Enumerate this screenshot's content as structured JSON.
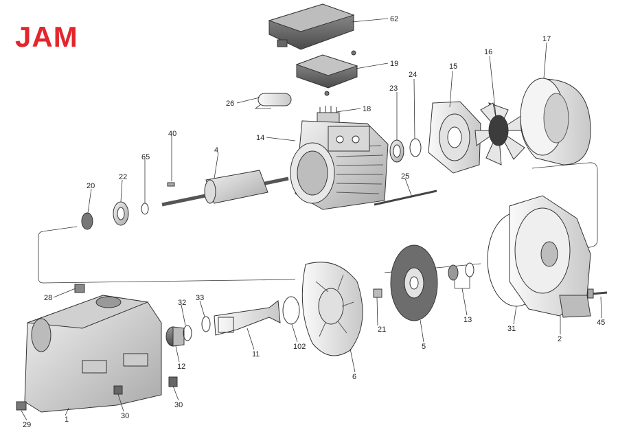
{
  "brand": {
    "name": "JAM",
    "color": "#e3262d"
  },
  "parts": [
    {
      "id": "62"
    },
    {
      "id": "19"
    },
    {
      "id": "26"
    },
    {
      "id": "18"
    },
    {
      "id": "14"
    },
    {
      "id": "40"
    },
    {
      "id": "4"
    },
    {
      "id": "65"
    },
    {
      "id": "22"
    },
    {
      "id": "20"
    },
    {
      "id": "23"
    },
    {
      "id": "24"
    },
    {
      "id": "15"
    },
    {
      "id": "16"
    },
    {
      "id": "17"
    },
    {
      "id": "25"
    },
    {
      "id": "28"
    },
    {
      "id": "32"
    },
    {
      "id": "33"
    },
    {
      "id": "12"
    },
    {
      "id": "11"
    },
    {
      "id": "102"
    },
    {
      "id": "6"
    },
    {
      "id": "21"
    },
    {
      "id": "5"
    },
    {
      "id": "13"
    },
    {
      "id": "31"
    },
    {
      "id": "2"
    },
    {
      "id": "45"
    },
    {
      "id": "1"
    },
    {
      "id": "29"
    },
    {
      "id": "30a",
      "text": "30"
    },
    {
      "id": "30b",
      "text": "30"
    }
  ]
}
